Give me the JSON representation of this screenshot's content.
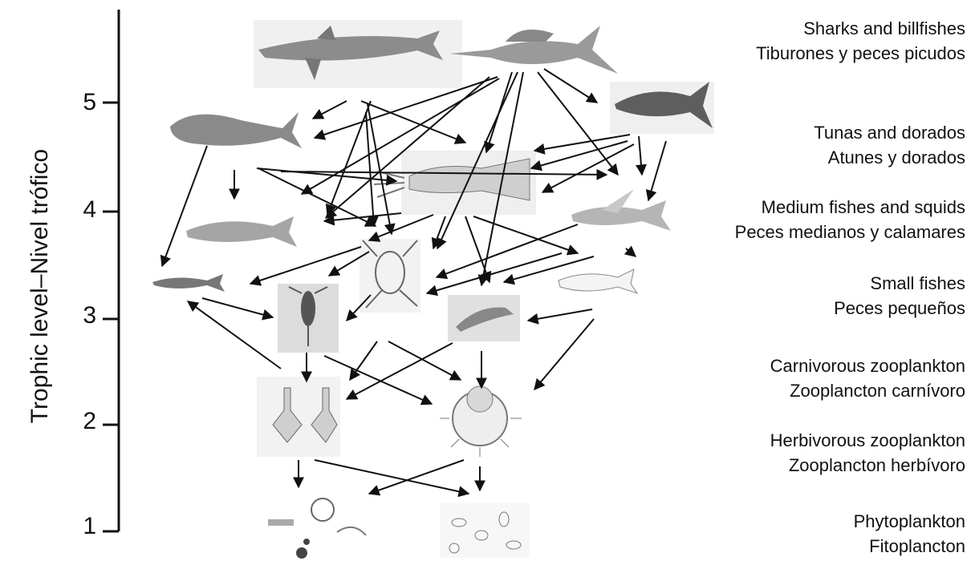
{
  "axis": {
    "title": "Trophic level–Nivel trófico",
    "ticks": [
      "1",
      "2",
      "3",
      "4",
      "5"
    ]
  },
  "categories": [
    {
      "en": "Sharks and billfishes",
      "es": "Tiburones y peces picudos"
    },
    {
      "en": "Tunas and dorados",
      "es": "Atunes y dorados"
    },
    {
      "en": "Medium fishes and squids",
      "es": "Peces medianos y calamares"
    },
    {
      "en": "Small fishes",
      "es": "Peces pequeños"
    },
    {
      "en": "Carnivorous zooplankton",
      "es": "Zooplancton carnívoro"
    },
    {
      "en": "Herbivorous zooplankton",
      "es": "Zooplancton herbívoro"
    },
    {
      "en": "Phytoplankton",
      "es": "Fitoplancton"
    }
  ],
  "organisms": [
    "shark",
    "marlin",
    "tuna",
    "dorado",
    "squid",
    "flying-fish",
    "mackerel",
    "small-fish",
    "lanternfish",
    "crab-larva",
    "copepod",
    "shrimp",
    "dinoflagellate",
    "radiolarian",
    "diatoms-left",
    "diatoms-right"
  ],
  "colors": {
    "ink": "#111111",
    "illustration": "#666666",
    "panel": "#eeeeee"
  }
}
